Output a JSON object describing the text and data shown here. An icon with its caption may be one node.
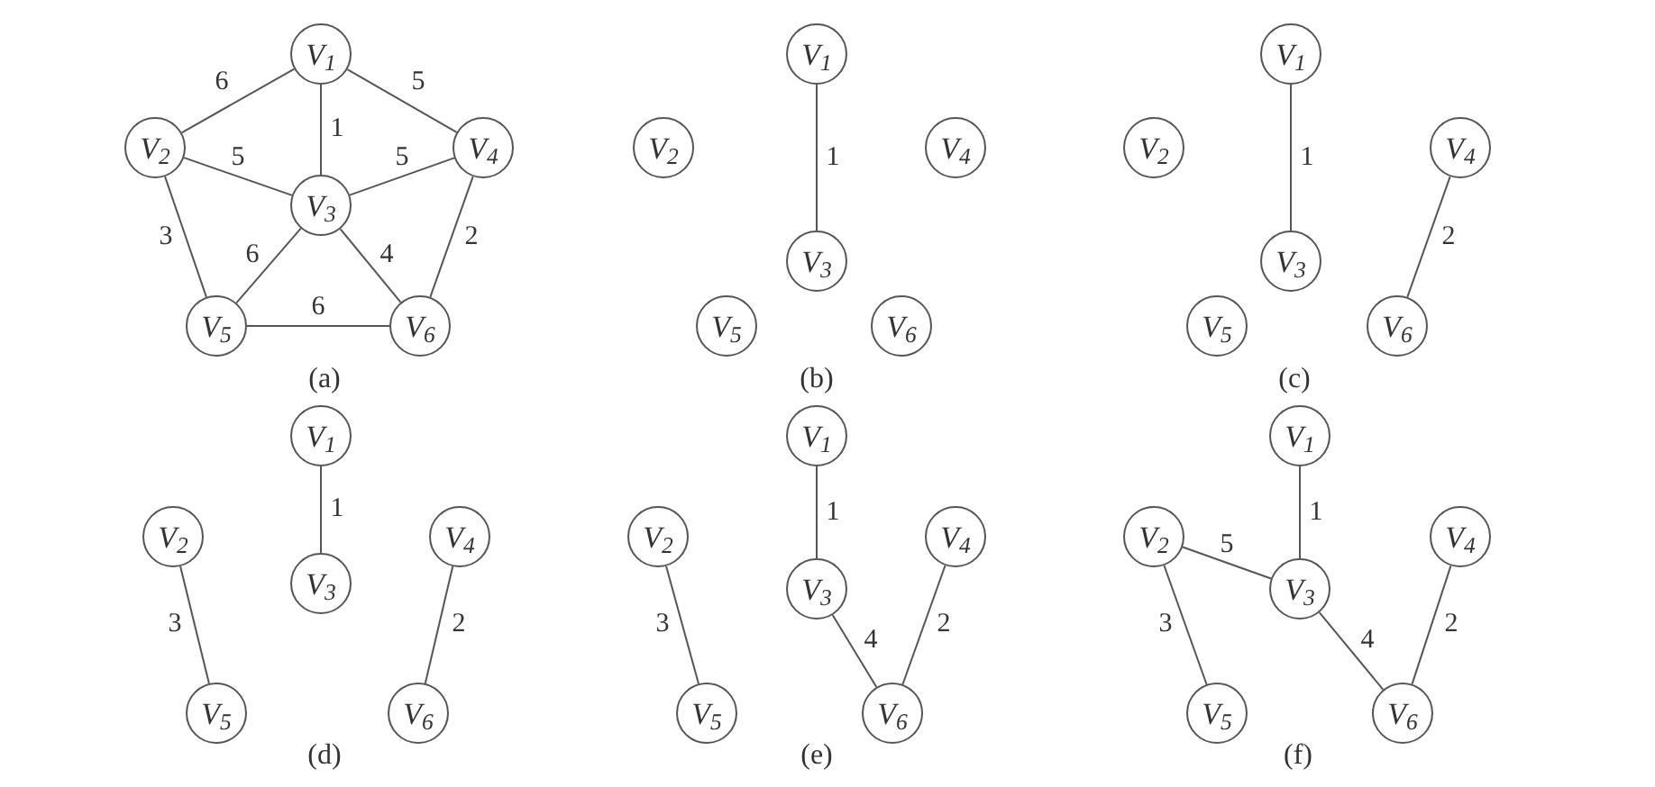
{
  "diagram": {
    "nodes": [
      {
        "text": [
          "V$_{1}$"
        ]
      },
      {
        "text": [
          "V$_{2}$"
        ]
      },
      {
        "text": [
          "V$_{3}$"
        ]
      },
      {
        "text": [
          "V$_{4}$"
        ]
      },
      {
        "text": [
          "V$_{5}$"
        ]
      },
      {
        "text": [
          "V$_{6}$"
        ]
      },
      {
        "text": [
          "V$_{1}$"
        ]
      },
      {
        "text": [
          "V$_{2}$"
        ]
      },
      {
        "text": [
          "V$_{3}$"
        ]
      },
      {
        "text": [
          "V$_{4}$"
        ]
      },
      {
        "text": [
          "V$_{5}$"
        ]
      },
      {
        "text": [
          "V$_{6}$"
        ]
      },
      {
        "text": [
          "V$_{1}$"
        ]
      },
      {
        "text": [
          "V$_{2}$"
        ]
      },
      {
        "text": [
          "V$_{3}$"
        ]
      },
      {
        "text": [
          "V$_{4}$"
        ]
      },
      {
        "text": [
          "V$_{5}$"
        ]
      },
      {
        "text": [
          "V$_{6}$"
        ]
      },
      {
        "text": [
          "V$_{1}$"
        ]
      },
      {
        "text": [
          "V$_{2}$"
        ]
      },
      {
        "text": [
          "V$_{3}$"
        ]
      },
      {
        "text": [
          "V$_{4}$"
        ]
      },
      {
        "text": [
          "V$_{5}$"
        ]
      },
      {
        "text": [
          "V$_{6}$"
        ]
      },
      {
        "text": [
          "V$_{1}$"
        ]
      },
      {
        "text": [
          "V$_{2}$"
        ]
      },
      {
        "text": [
          "V$_{3}$"
        ]
      },
      {
        "text": [
          "V$_{4}$"
        ]
      },
      {
        "text": [
          "V$_{5}$"
        ]
      },
      {
        "text": [
          "V$_{6}$"
        ]
      },
      {
        "text": [
          "V$_{1}$"
        ]
      },
      {
        "text": [
          "V$_{2}$"
        ]
      },
      {
        "text": [
          "V$_{3}$"
        ]
      },
      {
        "text": [
          "V$_{4}$"
        ]
      },
      {
        "text": [
          "V$_{5}$"
        ]
      },
      {
        "text": [
          "V$_{6}$"
        ]
      }
    ],
    "edges": [
      {
        "from": 0,
        "to": 1,
        "arrow": "none",
        "label": "6"
      },
      {
        "from": 0,
        "to": 3,
        "arrow": "none",
        "label": "5"
      },
      {
        "from": 0,
        "to": 2,
        "arrow": "none",
        "label": "1"
      },
      {
        "from": 1,
        "to": 2,
        "arrow": "none",
        "label": "5"
      },
      {
        "from": 2,
        "to": 3,
        "arrow": "none",
        "label": "5"
      },
      {
        "from": 1,
        "to": 4,
        "arrow": "none",
        "label": "3"
      },
      {
        "from": 2,
        "to": 4,
        "arrow": "none",
        "label": "6"
      },
      {
        "from": 2,
        "to": 5,
        "arrow": "none",
        "label": "4"
      },
      {
        "from": 3,
        "to": 5,
        "arrow": "none",
        "label": "2"
      },
      {
        "from": 4,
        "to": 5,
        "arrow": "none",
        "label": "6"
      },
      {
        "from": 6,
        "to": 8,
        "arrow": "none",
        "label": "1"
      },
      {
        "from": 12,
        "to": 14,
        "arrow": "none",
        "label": "1"
      },
      {
        "from": 15,
        "to": 17,
        "arrow": "none",
        "label": "2"
      },
      {
        "from": 18,
        "to": 20,
        "arrow": "none",
        "label": "1"
      },
      {
        "from": 19,
        "to": 22,
        "arrow": "none",
        "label": "3"
      },
      {
        "from": 21,
        "to": 23,
        "arrow": "none",
        "label": "2"
      },
      {
        "from": 24,
        "to": 26,
        "arrow": "none",
        "label": "1"
      },
      {
        "from": 25,
        "to": 28,
        "arrow": "none",
        "label": "3"
      },
      {
        "from": 26,
        "to": 29,
        "arrow": "none",
        "label": "4"
      },
      {
        "from": 27,
        "to": 29,
        "arrow": "none",
        "label": "2"
      },
      {
        "from": 30,
        "to": 32,
        "arrow": "none",
        "label": "1"
      },
      {
        "from": 31,
        "to": 32,
        "arrow": "none",
        "label": "5"
      },
      {
        "from": 31,
        "to": 34,
        "arrow": "none",
        "label": "3"
      },
      {
        "from": 32,
        "to": 35,
        "arrow": "none",
        "label": "4"
      },
      {
        "from": 33,
        "to": 35,
        "arrow": "none",
        "label": "2"
      }
    ],
    "labels": [
      "(a)",
      "(b)",
      "(c)",
      "(d)",
      "(e)",
      "(f)"
    ]
  }
}
